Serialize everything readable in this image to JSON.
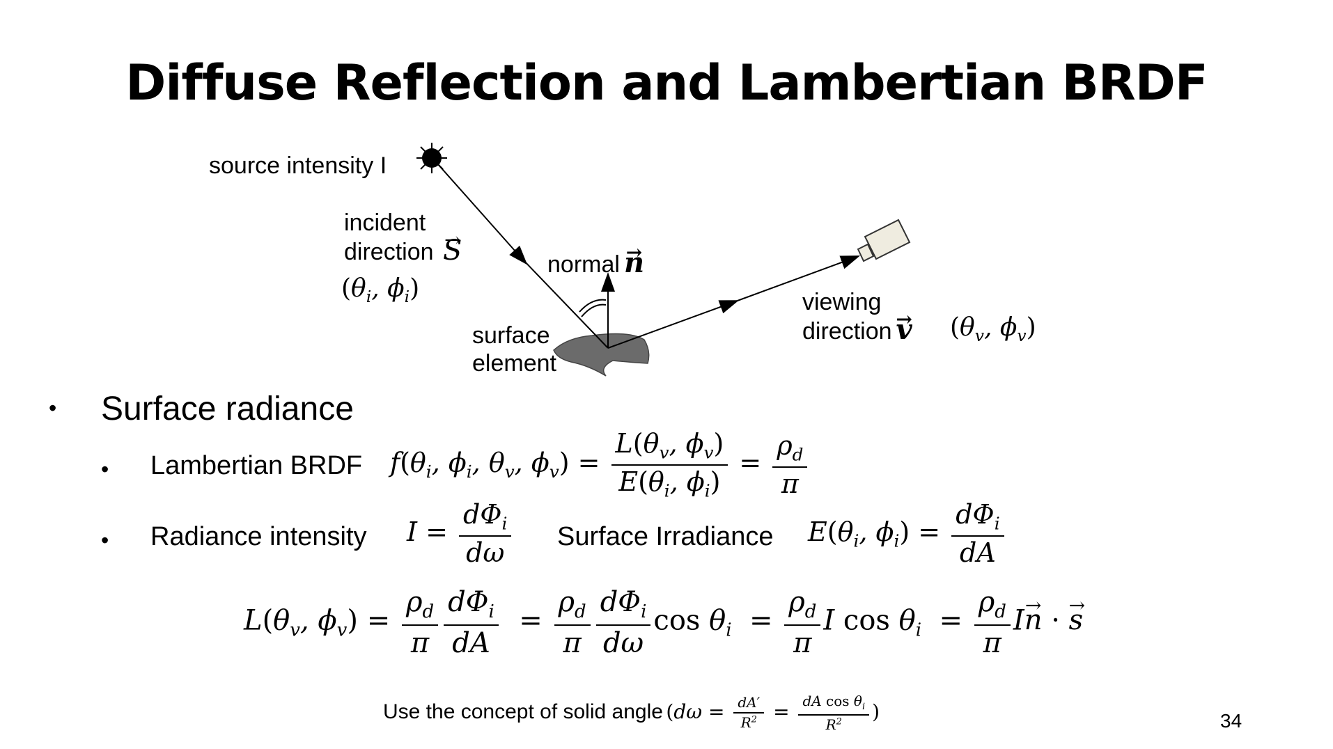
{
  "title": "Diffuse Reflection and Lambertian BRDF",
  "diagram": {
    "source_label": "source intensity",
    "source_symbol": "I",
    "incident_line1": "incident",
    "incident_line2": "direction",
    "incident_vec": "S",
    "incident_angles_theta": "θ",
    "incident_angles_sub": "i",
    "incident_angles_phi": "ϕ",
    "normal_label": "normal",
    "normal_vec": "n",
    "surface_line1": "surface",
    "surface_line2": "element",
    "viewing_line1": "viewing",
    "viewing_line2": "direction",
    "viewing_vec": "v",
    "viewing_angles_sub": "v",
    "icons": [
      "sun-icon",
      "camera-icon"
    ]
  },
  "bullets": {
    "main": "Surface radiance",
    "lambertian_label": "Lambertian BRDF",
    "radiance_intensity_label": "Radiance intensity",
    "surface_irradiance_label": "Surface Irradiance"
  },
  "footnote": {
    "text": "Use the concept of solid angle"
  },
  "page_number": "34",
  "colors": {
    "surface": "#6b6b6b",
    "camera_fill": "#efece0",
    "text": "#000000"
  }
}
